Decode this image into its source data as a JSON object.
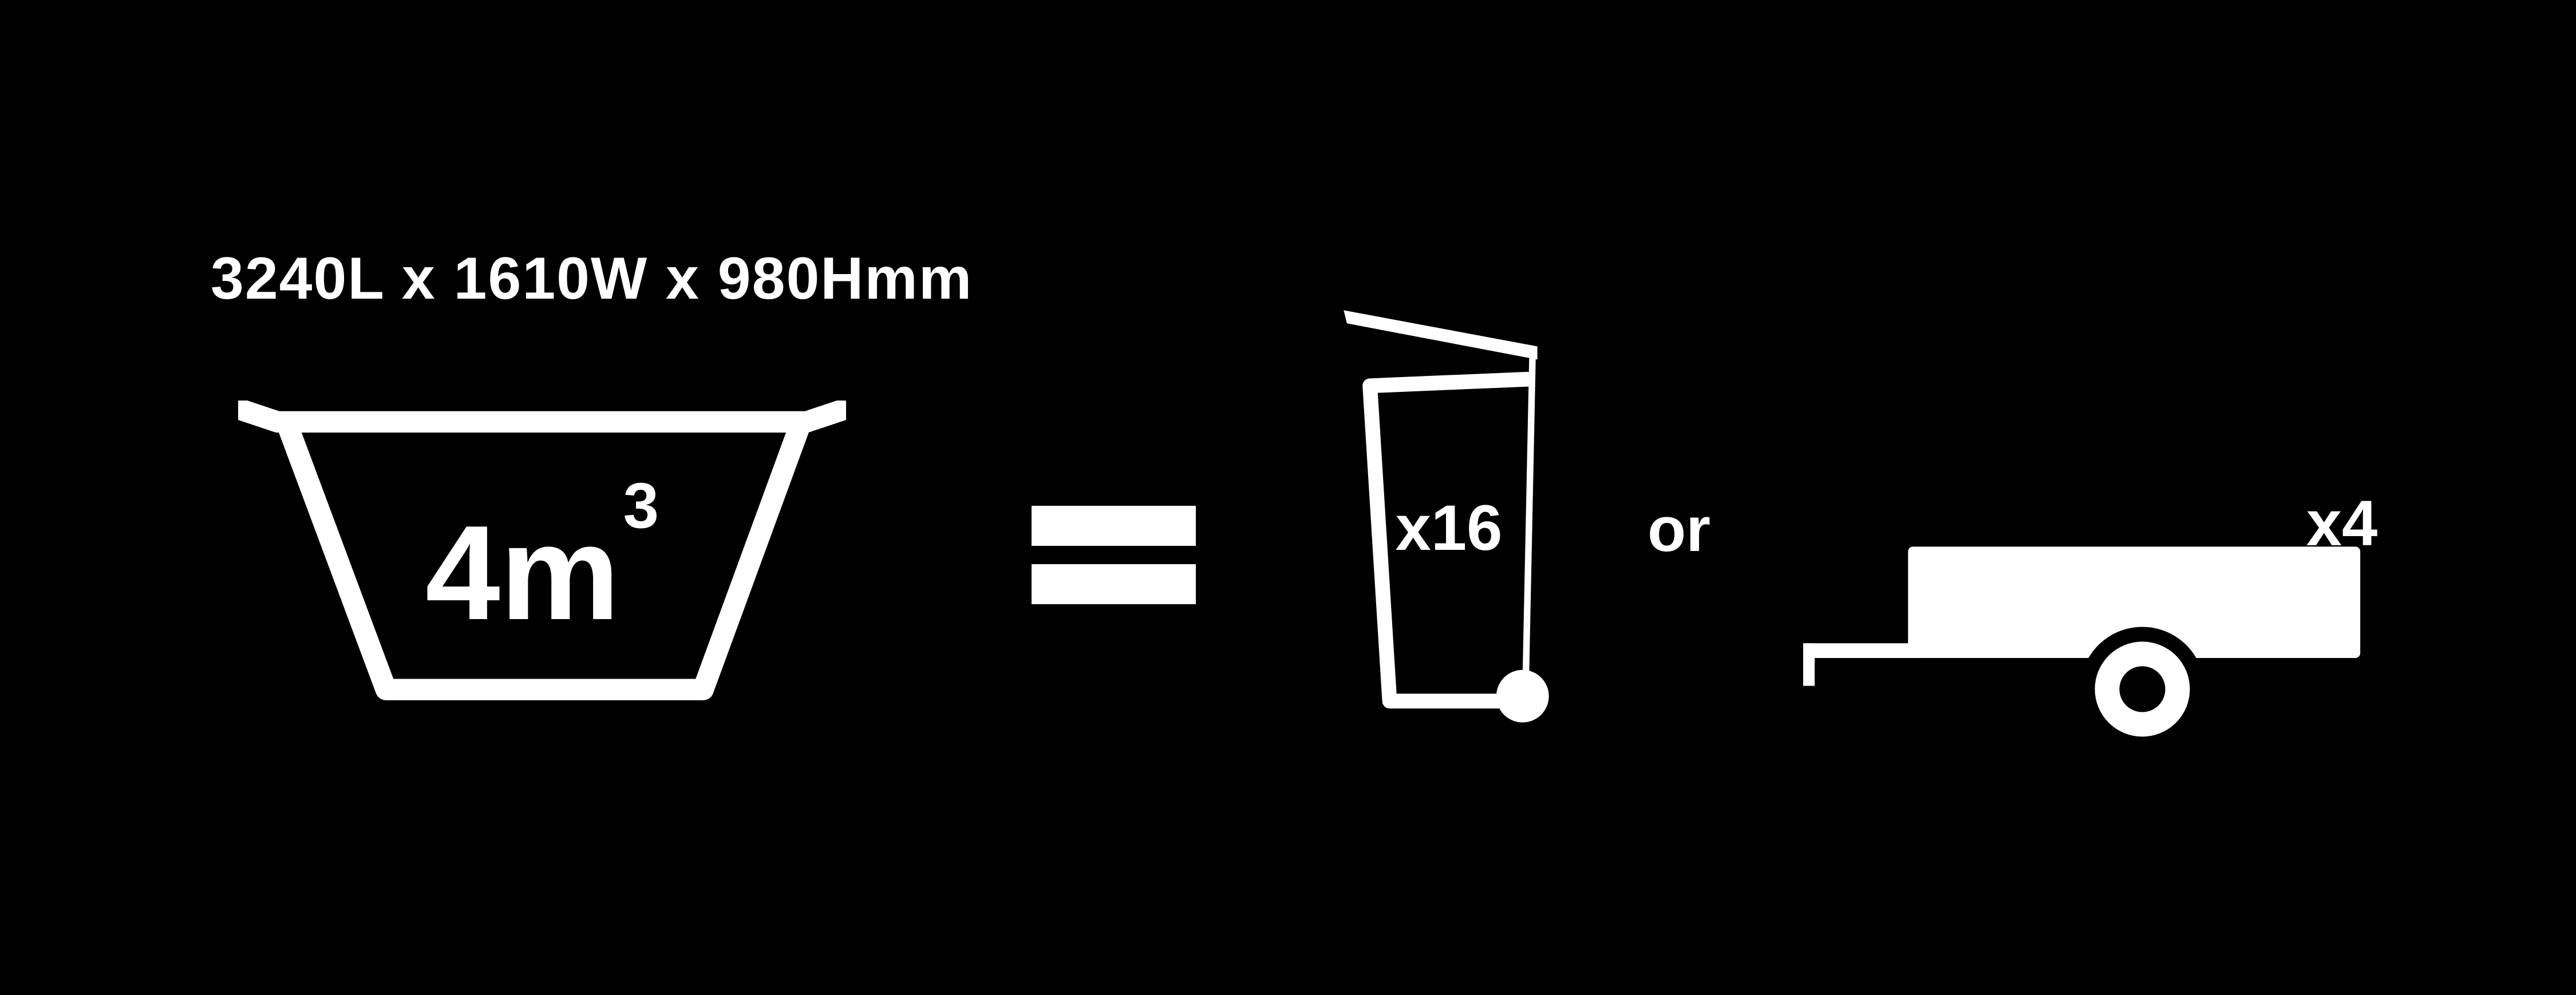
{
  "infographic": {
    "dimensions_label": "3240L x 1610W x 980Hmm",
    "skip": {
      "volume": "4m",
      "volume_superscript": "3"
    },
    "comparison": {
      "bin_multiplier": "x16",
      "conjunction": "or",
      "trailer_multiplier": "x4"
    },
    "colors": {
      "background": "#000000",
      "foreground": "#ffffff"
    }
  }
}
